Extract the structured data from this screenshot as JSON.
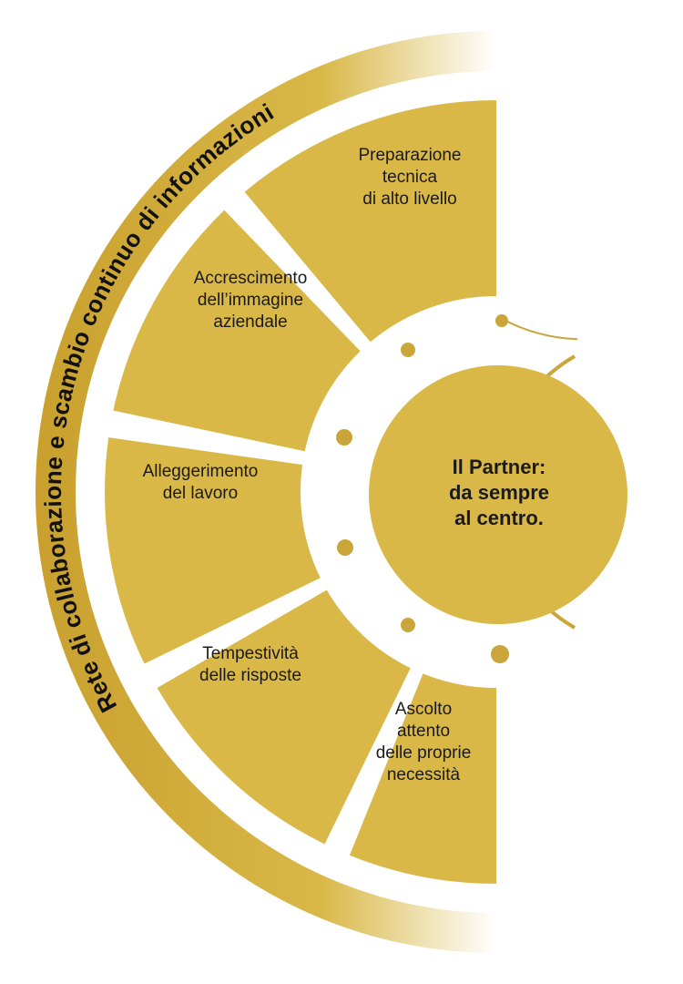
{
  "colors": {
    "gold": "#D9B848",
    "gold_dark": "#C9A53A",
    "ring_outer": "#C9A02E",
    "ring_fade": "#FFFFFF",
    "text": "#1A1A1A",
    "background": "#FFFFFF"
  },
  "outer_ring": {
    "text": "Rete di collaborazione e scambio continuo di informazioni"
  },
  "center": {
    "lines": [
      "Il Partner:",
      "da sempre",
      "al centro."
    ]
  },
  "segments": [
    {
      "id": "preparazione",
      "lines": [
        "Preparazione",
        "tecnica",
        "di alto livello"
      ]
    },
    {
      "id": "accrescimento",
      "lines": [
        "Accrescimento",
        "dell’immagine",
        "aziendale"
      ]
    },
    {
      "id": "alleggerimento",
      "lines": [
        "Alleggerimento",
        "del lavoro"
      ]
    },
    {
      "id": "tempestivita",
      "lines": [
        "Tempestività",
        "delle risposte"
      ]
    },
    {
      "id": "ascolto",
      "lines": [
        "Ascolto",
        "attento",
        "delle proprie",
        "necessità"
      ]
    }
  ],
  "connector": {
    "icon": "timeline-dots-icon"
  }
}
